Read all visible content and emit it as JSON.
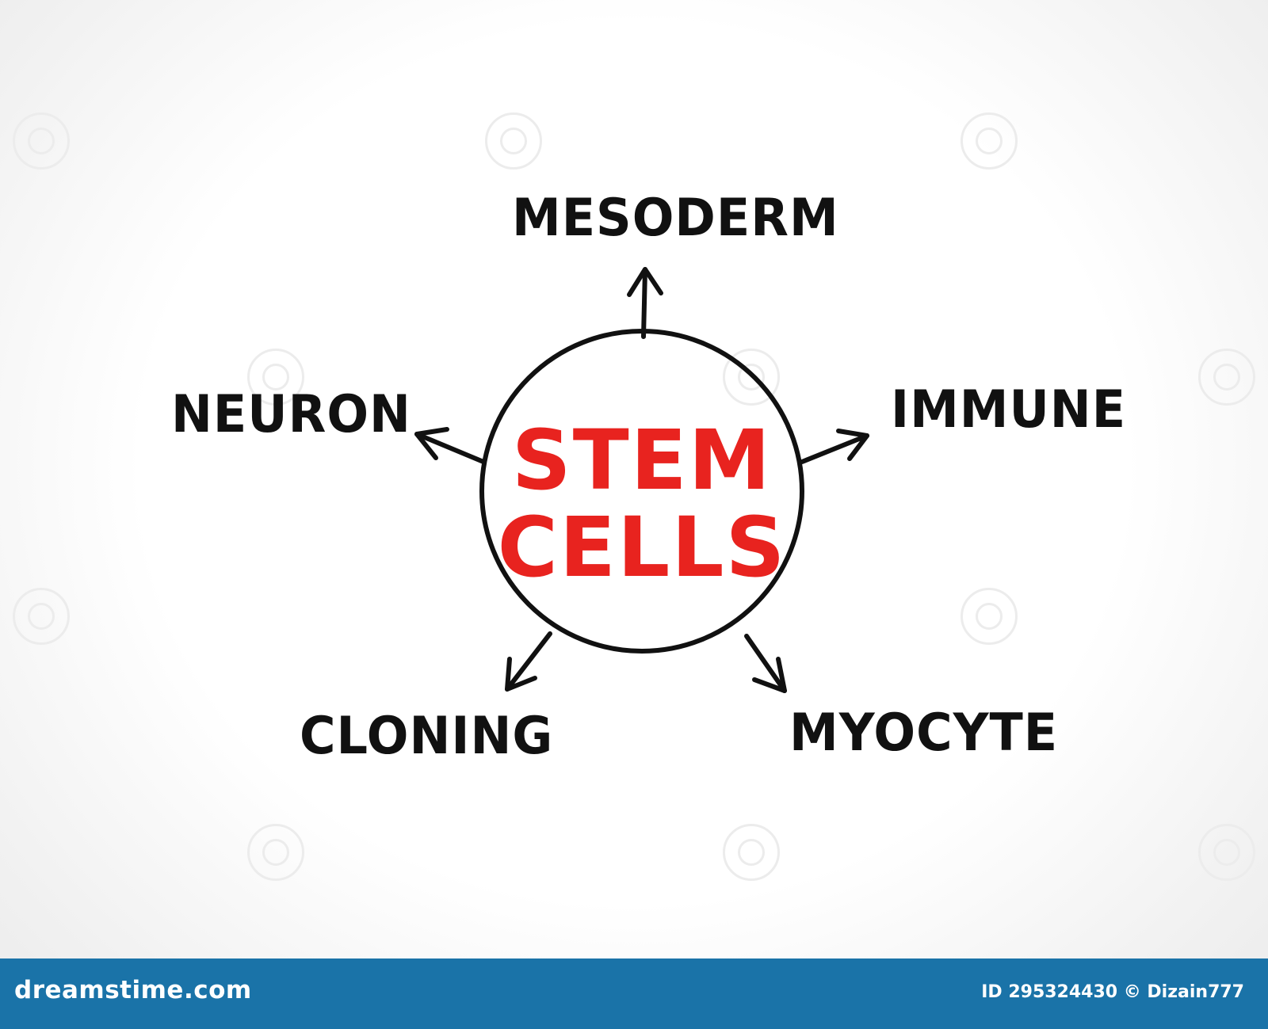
{
  "diagram": {
    "center": {
      "line1": "STEM",
      "line2": "CELLS",
      "color": "#e8231f"
    },
    "nodes": [
      {
        "id": "mesoderm",
        "label": "MESODERM"
      },
      {
        "id": "immune",
        "label": "IMMUNE"
      },
      {
        "id": "myocyte",
        "label": "MYOCYTE"
      },
      {
        "id": "cloning",
        "label": "CLONING"
      },
      {
        "id": "neuron",
        "label": "NEURON"
      }
    ],
    "ink_color": "#111111"
  },
  "footer": {
    "brand": "dreamstime.com",
    "credit": "ID 295324430 © Dizain777",
    "background": "#1a73a8"
  }
}
